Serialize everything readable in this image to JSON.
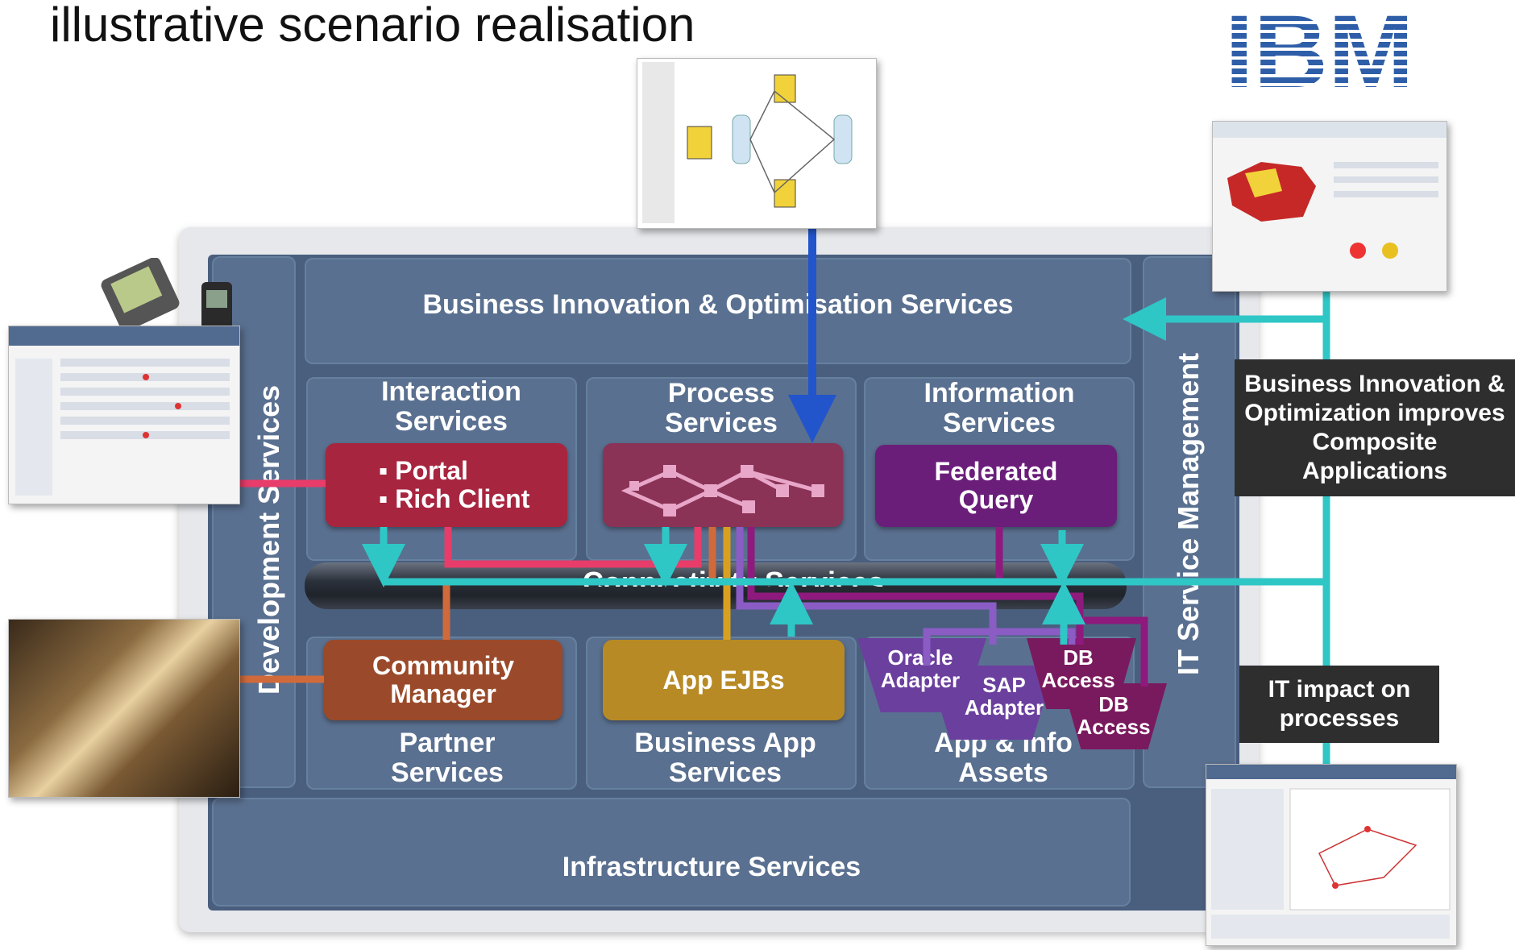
{
  "slide": {
    "title": "illustrative scenario realisation"
  },
  "logo": {
    "text": "IBM",
    "color": "#2f5ea8"
  },
  "layers": {
    "business_innovation": "Business Innovation & Optimisation Services",
    "development": "Development Services",
    "it_service": "IT Service Management",
    "infrastructure": "Infrastructure Services",
    "connectivity": "Connectivity Services"
  },
  "columns": {
    "interaction": "Interaction Services",
    "process": "Process Services",
    "information": "Information Services",
    "partner": "Partner Services",
    "business_app": "Business App Services",
    "assets": "App & Info Assets"
  },
  "components": {
    "portal_items": [
      "Portal",
      "Rich Client"
    ],
    "federated_query": "Federated Query",
    "community_manager": "Community Manager",
    "app_ejbs": "App EJBs",
    "adapters": [
      "Oracle Adapter",
      "SAP Adapter",
      "DB Access",
      "DB Access"
    ]
  },
  "callouts": {
    "bio": "Business Innovation & Optimization improves Composite Applications",
    "it_impact": "IT impact on processes"
  },
  "colors": {
    "board": "#4a5f7e",
    "panel": "#5a7090",
    "interaction": "#a8253f",
    "process": "#8a3356",
    "information": "#6a1e7a",
    "partner": "#9a4a2a",
    "business_app": "#b88a25",
    "adapter_light": "#6b3f9e",
    "adapter_dark": "#7a1a5e",
    "cyan_flow": "#2fc6c6",
    "blue_flow": "#2255cc"
  }
}
